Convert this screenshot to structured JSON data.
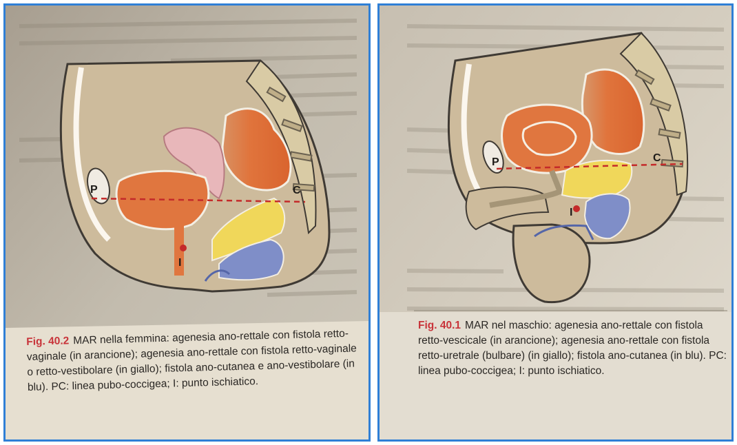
{
  "left": {
    "fig_number": "Fig. 40.2",
    "caption_text": "MAR nella femmina: agenesia ano-rettale con fistola retto-vaginale (in arancione); agenesia ano-rettale con fistola retto-vaginale o retto-vestibolare (in giallo); fistola ano-cutanea e ano-vestibolare (in blu). PC: linea pubo-coccigea; I: punto ischiatico.",
    "label_p": "P",
    "label_c": "C",
    "label_i": "I"
  },
  "right": {
    "fig_number": "Fig. 40.1",
    "caption_text": "MAR nel maschio: agenesia ano-rettale con fistola retto-vescicale (in arancione); agenesia ano-rettale con fistola retto-uretrale (bulbare) (in giallo); fistola ano-cutanea (in blu). PC: linea pubo-coccigea; I: punto ischiatico.",
    "label_p": "P",
    "label_c": "C",
    "label_i": "I"
  },
  "colors": {
    "frame": "#2f7fd6",
    "orange_fistula": "#e0743c",
    "yellow_fistula": "#f0d75a",
    "blue_fistula": "#7f8ec8",
    "pc_line": "#c42a2a",
    "caption_red": "#c8343a"
  },
  "icons": [
    "female-pelvis-sagittal-diagram",
    "male-pelvis-sagittal-diagram"
  ]
}
